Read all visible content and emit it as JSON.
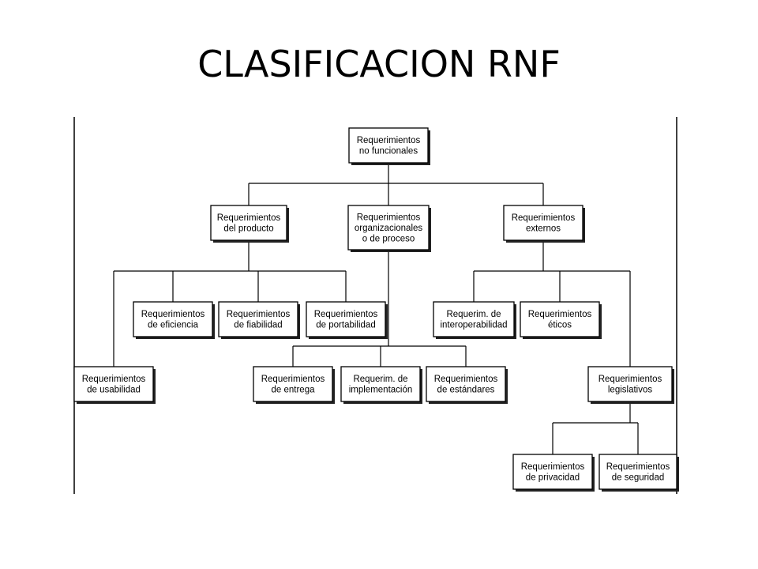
{
  "title": "CLASIFICACION RNF",
  "nodes": [
    {
      "id": "rnf",
      "lines": [
        "Requerimientos",
        "no funcionales"
      ]
    },
    {
      "id": "producto",
      "lines": [
        "Requerimientos",
        "del producto"
      ]
    },
    {
      "id": "organizacionales",
      "lines": [
        "Requerimientos",
        "organizacionales",
        "o de proceso"
      ]
    },
    {
      "id": "externos",
      "lines": [
        "Requerimientos",
        "externos"
      ]
    },
    {
      "id": "eficiencia",
      "lines": [
        "Requerimientos",
        "de eficiencia"
      ]
    },
    {
      "id": "fiabilidad",
      "lines": [
        "Requerimientos",
        "de fiabilidad"
      ]
    },
    {
      "id": "portabilidad",
      "lines": [
        "Requerimientos",
        "de portabilidad"
      ]
    },
    {
      "id": "interoperabilidad",
      "lines": [
        "Requerim. de",
        "interoperabilidad"
      ]
    },
    {
      "id": "eticos",
      "lines": [
        "Requerimientos",
        "éticos"
      ]
    },
    {
      "id": "usabilidad",
      "lines": [
        "Requerimientos",
        "de usabilidad"
      ]
    },
    {
      "id": "entrega",
      "lines": [
        "Requerimientos",
        "de entrega"
      ]
    },
    {
      "id": "implementacion",
      "lines": [
        "Requerim. de",
        "implementación"
      ]
    },
    {
      "id": "estandares",
      "lines": [
        "Requerimientos",
        "de estándares"
      ]
    },
    {
      "id": "legislativos",
      "lines": [
        "Requerimientos",
        "legislativos"
      ]
    },
    {
      "id": "privacidad",
      "lines": [
        "Requerimientos",
        "de privacidad"
      ]
    },
    {
      "id": "seguridad",
      "lines": [
        "Requerimientos",
        "de seguridad"
      ]
    }
  ],
  "edges": [
    [
      "rnf",
      "producto"
    ],
    [
      "rnf",
      "organizacionales"
    ],
    [
      "rnf",
      "externos"
    ],
    [
      "producto",
      "eficiencia"
    ],
    [
      "producto",
      "fiabilidad"
    ],
    [
      "producto",
      "portabilidad"
    ],
    [
      "producto",
      "usabilidad"
    ],
    [
      "organizacionales",
      "entrega"
    ],
    [
      "organizacionales",
      "implementacion"
    ],
    [
      "organizacionales",
      "estandares"
    ],
    [
      "externos",
      "interoperabilidad"
    ],
    [
      "externos",
      "eticos"
    ],
    [
      "externos",
      "legislativos"
    ],
    [
      "legislativos",
      "privacidad"
    ],
    [
      "legislativos",
      "seguridad"
    ]
  ]
}
